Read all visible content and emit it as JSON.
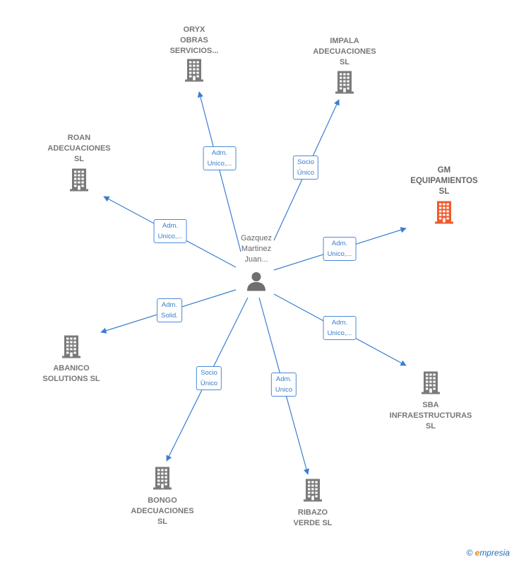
{
  "center": {
    "lines": [
      "Gazquez",
      "Martinez",
      "Juan..."
    ],
    "icon": "person-icon"
  },
  "companies": [
    {
      "id": "oryx",
      "lines": [
        "ORYX",
        "OBRAS",
        "SERVICIOS..."
      ],
      "highlight": false,
      "icon": "building-icon"
    },
    {
      "id": "impala",
      "lines": [
        "IMPALA",
        "ADECUACIONES",
        "SL"
      ],
      "highlight": false,
      "icon": "building-icon"
    },
    {
      "id": "roan",
      "lines": [
        "ROAN",
        "ADECUACIONES",
        "SL"
      ],
      "highlight": false,
      "icon": "building-icon"
    },
    {
      "id": "gm",
      "lines": [
        "GM",
        "EQUIPAMIENTOS",
        "SL"
      ],
      "highlight": true,
      "icon": "building-icon"
    },
    {
      "id": "abanico",
      "lines": [
        "ABANICO",
        "SOLUTIONS  SL"
      ],
      "highlight": false,
      "icon": "building-icon"
    },
    {
      "id": "sba",
      "lines": [
        "SBA",
        "INFRAESTRUCTURAS",
        "SL"
      ],
      "highlight": false,
      "icon": "building-icon"
    },
    {
      "id": "bongo",
      "lines": [
        "BONGO",
        "ADECUACIONES",
        "SL"
      ],
      "highlight": false,
      "icon": "building-icon"
    },
    {
      "id": "ribazo",
      "lines": [
        "RIBAZO",
        "VERDE  SL"
      ],
      "highlight": false,
      "icon": "building-icon"
    }
  ],
  "relations": [
    {
      "target": "oryx",
      "lines": [
        "Adm.",
        "Unico,..."
      ]
    },
    {
      "target": "impala",
      "lines": [
        "Socio",
        "Único"
      ]
    },
    {
      "target": "roan",
      "lines": [
        "Adm.",
        "Unico,..."
      ]
    },
    {
      "target": "gm",
      "lines": [
        "Adm.",
        "Unico,..."
      ]
    },
    {
      "target": "abanico",
      "lines": [
        "Adm.",
        "Solid."
      ]
    },
    {
      "target": "sba",
      "lines": [
        "Adm.",
        "Unico,..."
      ]
    },
    {
      "target": "bongo",
      "lines": [
        "Socio",
        "Único"
      ]
    },
    {
      "target": "ribazo",
      "lines": [
        "Adm.",
        "Unico"
      ]
    }
  ],
  "colors": {
    "edge": "#3a7ed0",
    "building": "#7a7a7a",
    "building_highlight": "#ef5a2b",
    "person": "#6f6f6f"
  },
  "brand": {
    "copyright": "©",
    "first_letter": "e",
    "rest": "mpresia"
  }
}
